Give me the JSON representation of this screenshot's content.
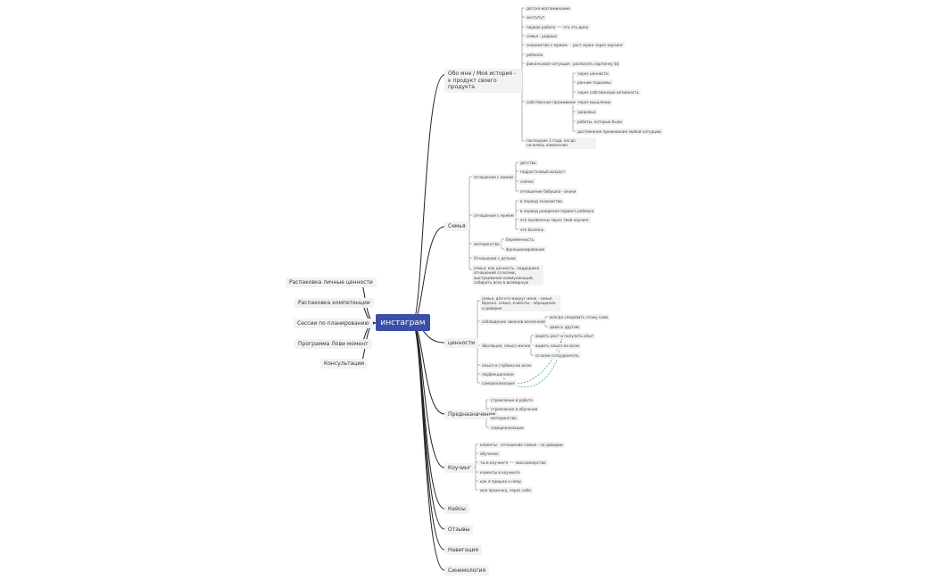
{
  "root": "инстаграм",
  "left_branches": [
    "Распаковка личные ценности",
    "Распаковка компетенции",
    "Сессии по планированию",
    "Программа Лови момент",
    "Консультации"
  ],
  "right_branches": [
    {
      "label": "Обо мне   / Моя история - к продукт своего продукта",
      "children": [
        {
          "label": "детско-воспоминание",
          "children": []
        },
        {
          "label": "институт",
          "children": []
        },
        {
          "label": "первая работа",
          "children": [
            "что это дало"
          ]
        },
        {
          "label": "семья - родные",
          "children": []
        },
        {
          "label": "знакомство с мужем",
          "children": [
            "рост мужа через коучинг"
          ]
        },
        {
          "label": "ребенок",
          "children": []
        },
        {
          "label": "финансовая ситуация",
          "children": [
            "росписать картинку $$"
          ]
        },
        {
          "label": "собственное проживание",
          "children": [
            "через ценности",
            "ранние подъемы",
            "через собственную активность",
            "через мышление",
            "здоровье",
            "работы, которые были",
            "достижения проживания любой ситуации"
          ]
        },
        {
          "label": "последние 2 года, когда начались изменения",
          "children": []
        }
      ]
    },
    {
      "label": "Семья",
      "children": [
        {
          "label": "отношения с мамой",
          "children": [
            "детство",
            "подростковый возраст",
            "сейчас",
            "отношение бабушка - внуки"
          ]
        },
        {
          "label": "отношения с мужем",
          "children": [
            "в период знакомства",
            "в период рождения первого ребенка",
            "его проявлены через твой коучинг",
            "его болезнь"
          ]
        },
        {
          "label": "материнство",
          "children": [
            "беременность",
            "функционирование"
          ]
        },
        {
          "label": "Отношения с детьми",
          "children": []
        },
        {
          "label": "семья, как ценность. поддержка отношений со всеми, выстраивание коммуникаций, собирать всех в всемирную",
          "children": []
        }
      ]
    },
    {
      "label": "ценности",
      "children": [
        {
          "label": "семья, для кто вокруг меня - семья. Вдохно. семья, клиенты - обращение и доверие",
          "children": []
        },
        {
          "label": "соблюдение законов вселенной",
          "children": [
            "всегда следовать этому само",
            "давать другим"
          ]
        },
        {
          "label": "Эволюция, смысл жизни",
          "children": [
            "видеть рост и получить опыт",
            "видеть смысл во всем",
            "со всем сотрудничать"
          ]
        },
        {
          "label": "смысл в глубина во всем",
          "children": []
        },
        {
          "label": "перфекционизм",
          "children": []
        },
        {
          "label": "самореализация",
          "children": []
        }
      ]
    },
    {
      "label": "Предназначение",
      "children": [
        {
          "label": "стремление в работе",
          "children": []
        },
        {
          "label": "стремление в обучении",
          "children": []
        },
        {
          "label": "материнство",
          "children": []
        },
        {
          "label": "самореализация",
          "children": []
        }
      ]
    },
    {
      "label": "Коучинг",
      "children": [
        {
          "label": "клиенты - отношение самые - на доверии",
          "children": []
        },
        {
          "label": "обучение",
          "children": []
        },
        {
          "label": "ты в коучинге",
          "children": [
            "миссионерство"
          ]
        },
        {
          "label": "клиенты в коучинге",
          "children": []
        },
        {
          "label": "как я пришла к нему",
          "children": []
        },
        {
          "label": "моя прокачка, через себя",
          "children": []
        }
      ]
    },
    {
      "label": "Кейсы",
      "children": []
    },
    {
      "label": "Отзывы",
      "children": []
    },
    {
      "label": "Навигация",
      "children": []
    },
    {
      "label": "Синемология",
      "children": []
    }
  ]
}
